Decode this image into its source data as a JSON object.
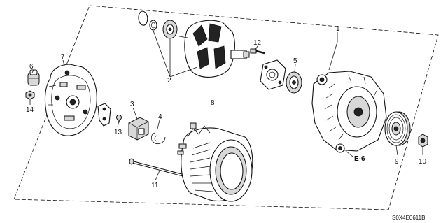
{
  "callouts": {
    "c1": "1",
    "c2": "2",
    "c3": "3",
    "c4": "4",
    "c5": "5",
    "c6": "6",
    "c7": "7",
    "c8": "8",
    "c9": "9",
    "c10": "10",
    "c11": "11",
    "c12": "12",
    "c13": "13",
    "c14": "14"
  },
  "reference_tag": "E-6",
  "diagram_code": "S0X4E0611B"
}
